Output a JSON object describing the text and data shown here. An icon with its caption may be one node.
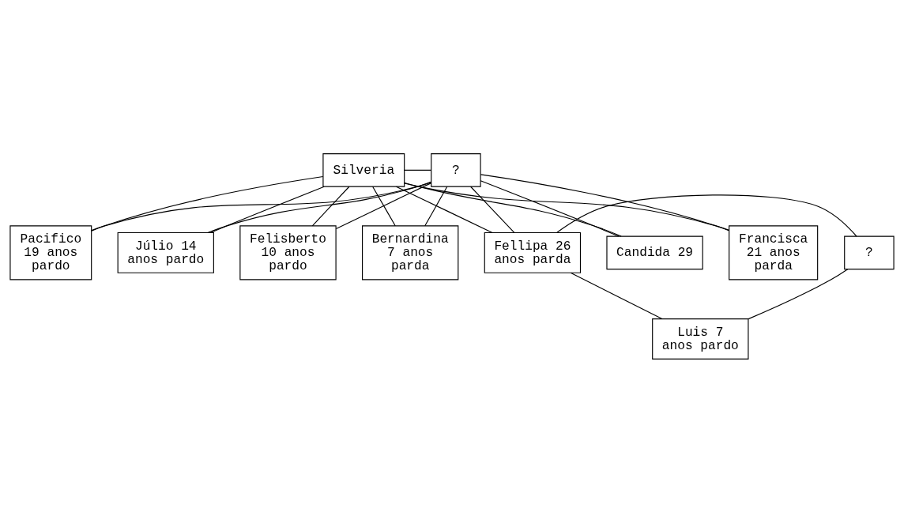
{
  "diagram": {
    "nodes": [
      {
        "text": [
          "Silveria"
        ]
      },
      {
        "text": [
          "?"
        ]
      },
      {
        "text": [
          "Candida 29"
        ]
      },
      {
        "text": [
          "Francisca 21 anos parda"
        ]
      },
      {
        "text": [
          "Pacifico 19 anos pardo"
        ]
      },
      {
        "text": [
          "Júlio 14 anos pardo"
        ]
      },
      {
        "text": [
          "Felisberto 10 anos pardo"
        ]
      },
      {
        "text": [
          "Bernardina 7 anos parda"
        ]
      },
      {
        "text": [
          "Fellipa 26 anos parda"
        ]
      },
      {
        "text": [
          "?"
        ]
      },
      {
        "text": [
          "Luis 7 anos pardo"
        ]
      }
    ],
    "edges": [
      {
        "from": 0,
        "to": 1,
        "arrow": "none"
      },
      {
        "from": 0,
        "to": 2,
        "arrow": "none"
      },
      {
        "from": 1,
        "to": 2,
        "arrow": "none"
      },
      {
        "from": 0,
        "to": 8,
        "arrow": "none"
      },
      {
        "from": 1,
        "to": 8,
        "arrow": "none"
      },
      {
        "from": 0,
        "to": 3,
        "arrow": "none"
      },
      {
        "from": 1,
        "to": 3,
        "arrow": "none"
      },
      {
        "from": 0,
        "to": 4,
        "arrow": "none"
      },
      {
        "from": 1,
        "to": 4,
        "arrow": "none"
      },
      {
        "from": 0,
        "to": 5,
        "arrow": "none"
      },
      {
        "from": 1,
        "to": 5,
        "arrow": "none"
      },
      {
        "from": 0,
        "to": 6,
        "arrow": "none"
      },
      {
        "from": 1,
        "to": 6,
        "arrow": "none"
      },
      {
        "from": 0,
        "to": 7,
        "arrow": "none"
      },
      {
        "from": 1,
        "to": 7,
        "arrow": "none"
      },
      {
        "from": 8,
        "to": 9,
        "arrow": "none"
      },
      {
        "from": 8,
        "to": 10,
        "arrow": "none"
      },
      {
        "from": 9,
        "to": 10,
        "arrow": "none"
      }
    ]
  }
}
